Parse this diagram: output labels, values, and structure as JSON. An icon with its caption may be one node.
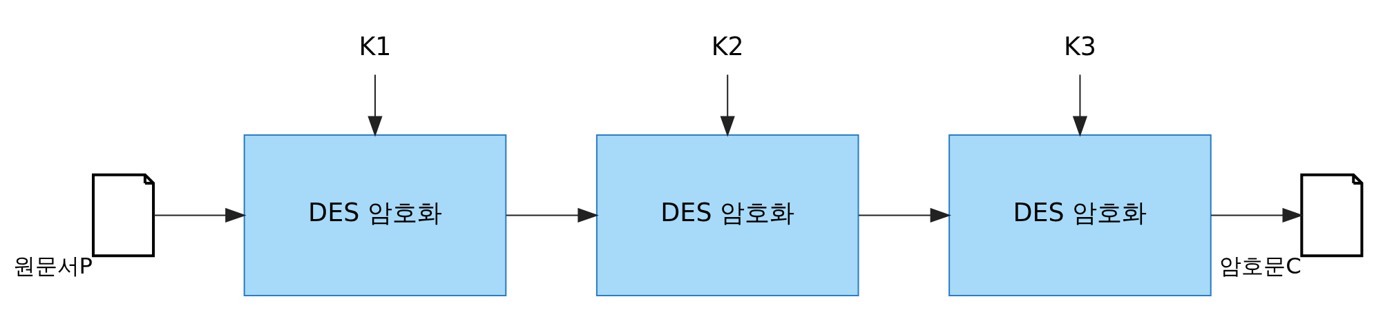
{
  "diagram": {
    "nodes": [
      {
        "text": [],
        "shape": "document",
        "beside": [
          "원문서P"
        ]
      },
      {
        "text": [
          "K1"
        ]
      },
      {
        "text": [
          "DES 암호화"
        ]
      },
      {
        "text": [
          "K2"
        ]
      },
      {
        "text": [
          "DES 암호화"
        ]
      },
      {
        "text": [
          "K3"
        ]
      },
      {
        "text": [
          "DES 암호화"
        ]
      },
      {
        "text": [],
        "shape": "document",
        "beside": [
          "암호문C"
        ]
      }
    ],
    "edges": [
      {
        "from": 0,
        "to": 2,
        "arrow": "to"
      },
      {
        "from": 1,
        "to": 2,
        "arrow": "to"
      },
      {
        "from": 2,
        "to": 4,
        "arrow": "to"
      },
      {
        "from": 3,
        "to": 4,
        "arrow": "to"
      },
      {
        "from": 4,
        "to": 6,
        "arrow": "to"
      },
      {
        "from": 5,
        "to": 6,
        "arrow": "to"
      },
      {
        "from": 6,
        "to": 7,
        "arrow": "to"
      }
    ]
  }
}
